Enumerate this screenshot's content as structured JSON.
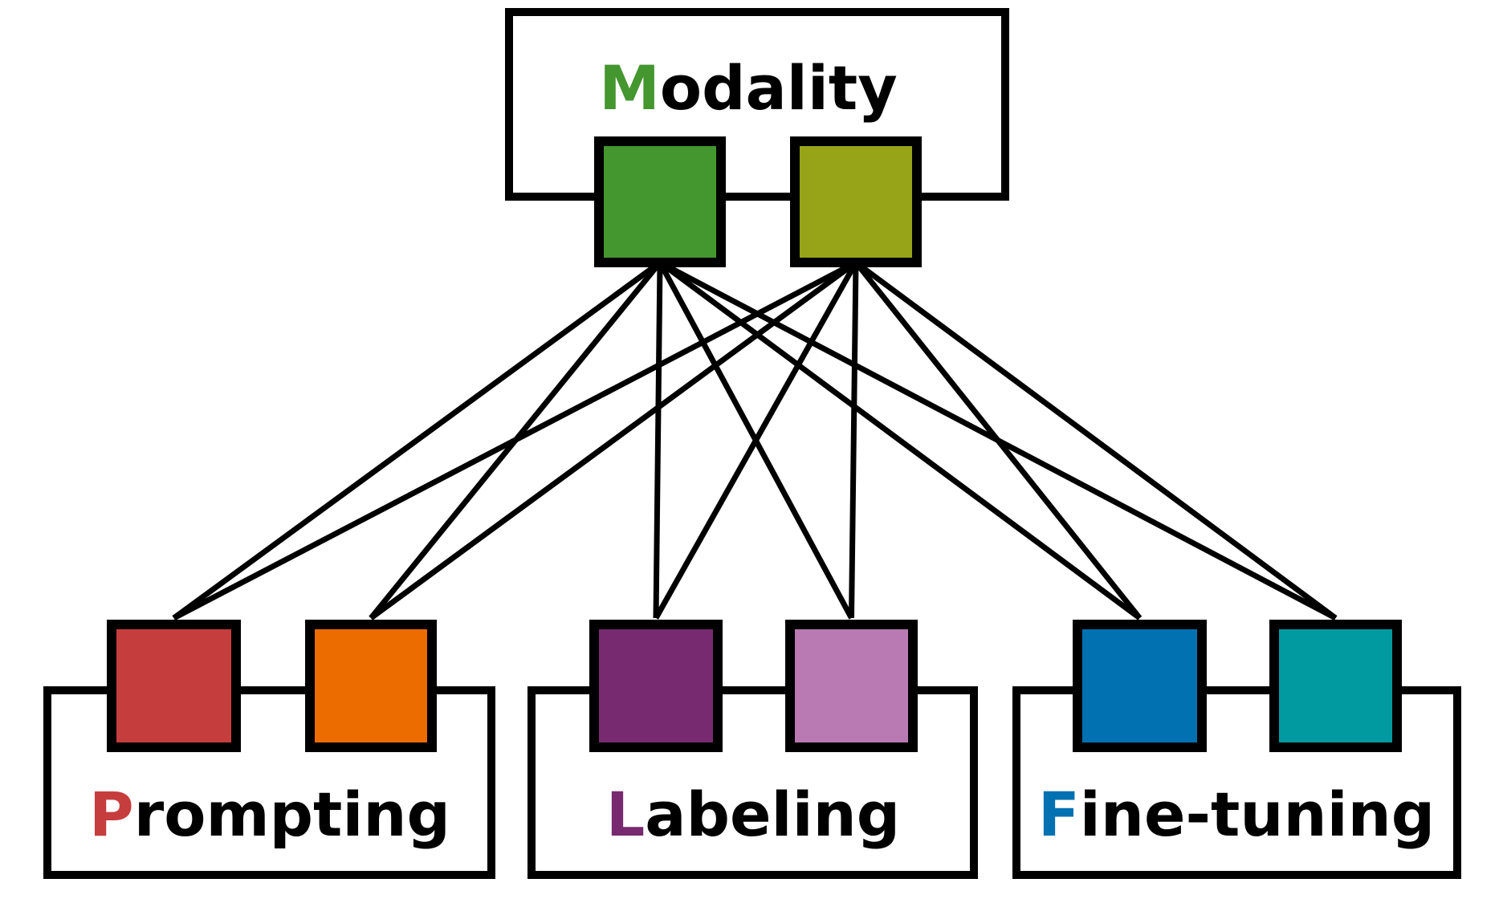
{
  "modality": {
    "initial": "M",
    "rest": "odality",
    "initial_color": "#44962f",
    "node_colors": [
      "#44962f",
      "#97a418"
    ]
  },
  "groups": [
    {
      "id": "prompting",
      "initial": "P",
      "rest": "rompting",
      "initial_color": "#c63d3e",
      "node_colors": [
        "#c63d3e",
        "#ec6c00"
      ]
    },
    {
      "id": "labeling",
      "initial": "L",
      "rest": "abeling",
      "initial_color": "#772a6f",
      "node_colors": [
        "#772a6f",
        "#b97ab3"
      ]
    },
    {
      "id": "finetuning",
      "initial": "F",
      "rest": "ine-tuning",
      "initial_color": "#0271b2",
      "node_colors": [
        "#0271b2",
        "#019aa0"
      ]
    }
  ]
}
